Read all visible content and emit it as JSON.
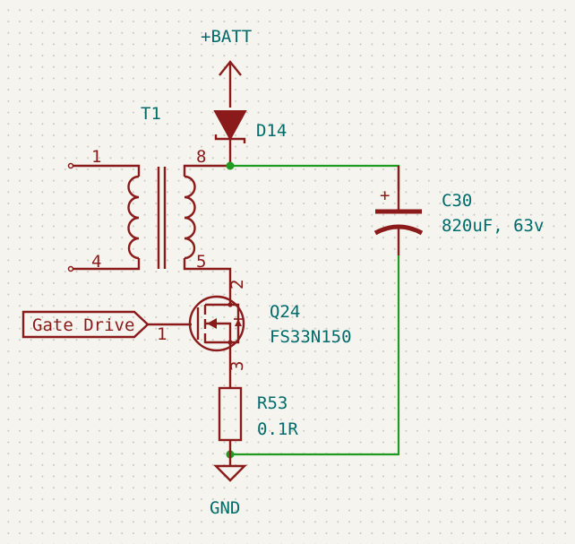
{
  "power": {
    "batt_label": "+BATT",
    "gnd_label": "GND"
  },
  "transformer": {
    "ref": "T1",
    "pins": [
      "1",
      "4",
      "8",
      "5"
    ]
  },
  "diode": {
    "ref": "D14"
  },
  "capacitor": {
    "ref": "C30",
    "value": "820uF, 63v",
    "polarity": "+"
  },
  "mosfet": {
    "ref": "Q24",
    "value": "FS33N150",
    "pins": [
      "2",
      "1",
      "3"
    ]
  },
  "resistor": {
    "ref": "R53",
    "value": "0.1R"
  },
  "gate_label": {
    "text": "Gate Drive"
  },
  "colors": {
    "symbol": "#8b1a1a",
    "wire": "#1f9b1f",
    "reference": "#006b6b",
    "background": "#f5f4ef"
  }
}
